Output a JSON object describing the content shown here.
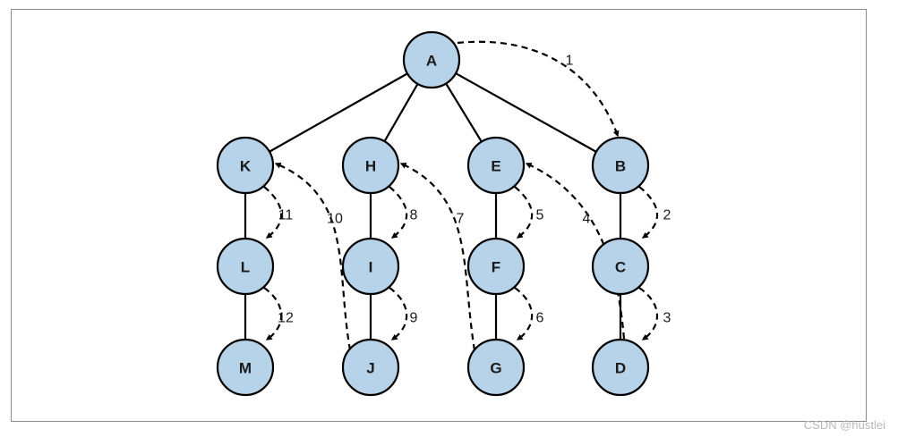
{
  "nodes": [
    {
      "id": "A",
      "label": "A"
    },
    {
      "id": "K",
      "label": "K"
    },
    {
      "id": "H",
      "label": "H"
    },
    {
      "id": "E",
      "label": "E"
    },
    {
      "id": "B",
      "label": "B"
    },
    {
      "id": "L",
      "label": "L"
    },
    {
      "id": "I",
      "label": "I"
    },
    {
      "id": "F",
      "label": "F"
    },
    {
      "id": "C",
      "label": "C"
    },
    {
      "id": "M",
      "label": "M"
    },
    {
      "id": "J",
      "label": "J"
    },
    {
      "id": "G",
      "label": "G"
    },
    {
      "id": "D",
      "label": "D"
    }
  ],
  "edges": [
    {
      "from": "A",
      "to": "K"
    },
    {
      "from": "A",
      "to": "H"
    },
    {
      "from": "A",
      "to": "E"
    },
    {
      "from": "A",
      "to": "B"
    },
    {
      "from": "K",
      "to": "L"
    },
    {
      "from": "L",
      "to": "M"
    },
    {
      "from": "H",
      "to": "I"
    },
    {
      "from": "I",
      "to": "J"
    },
    {
      "from": "E",
      "to": "F"
    },
    {
      "from": "F",
      "to": "G"
    },
    {
      "from": "B",
      "to": "C"
    },
    {
      "from": "C",
      "to": "D"
    }
  ],
  "traversal": [
    {
      "step": "1",
      "from": "A",
      "to": "B"
    },
    {
      "step": "2",
      "from": "B",
      "to": "C"
    },
    {
      "step": "3",
      "from": "C",
      "to": "D"
    },
    {
      "step": "4",
      "from": "D",
      "to": "E"
    },
    {
      "step": "5",
      "from": "E",
      "to": "F"
    },
    {
      "step": "6",
      "from": "F",
      "to": "G"
    },
    {
      "step": "7",
      "from": "G",
      "to": "H"
    },
    {
      "step": "8",
      "from": "H",
      "to": "I"
    },
    {
      "step": "9",
      "from": "I",
      "to": "J"
    },
    {
      "step": "10",
      "from": "J",
      "to": "K"
    },
    {
      "step": "11",
      "from": "K",
      "to": "L"
    },
    {
      "step": "12",
      "from": "L",
      "to": "M"
    }
  ],
  "colors": {
    "node_fill": "#b7d3ea",
    "stroke": "#000000"
  },
  "watermark": "CSDN @hustlei"
}
